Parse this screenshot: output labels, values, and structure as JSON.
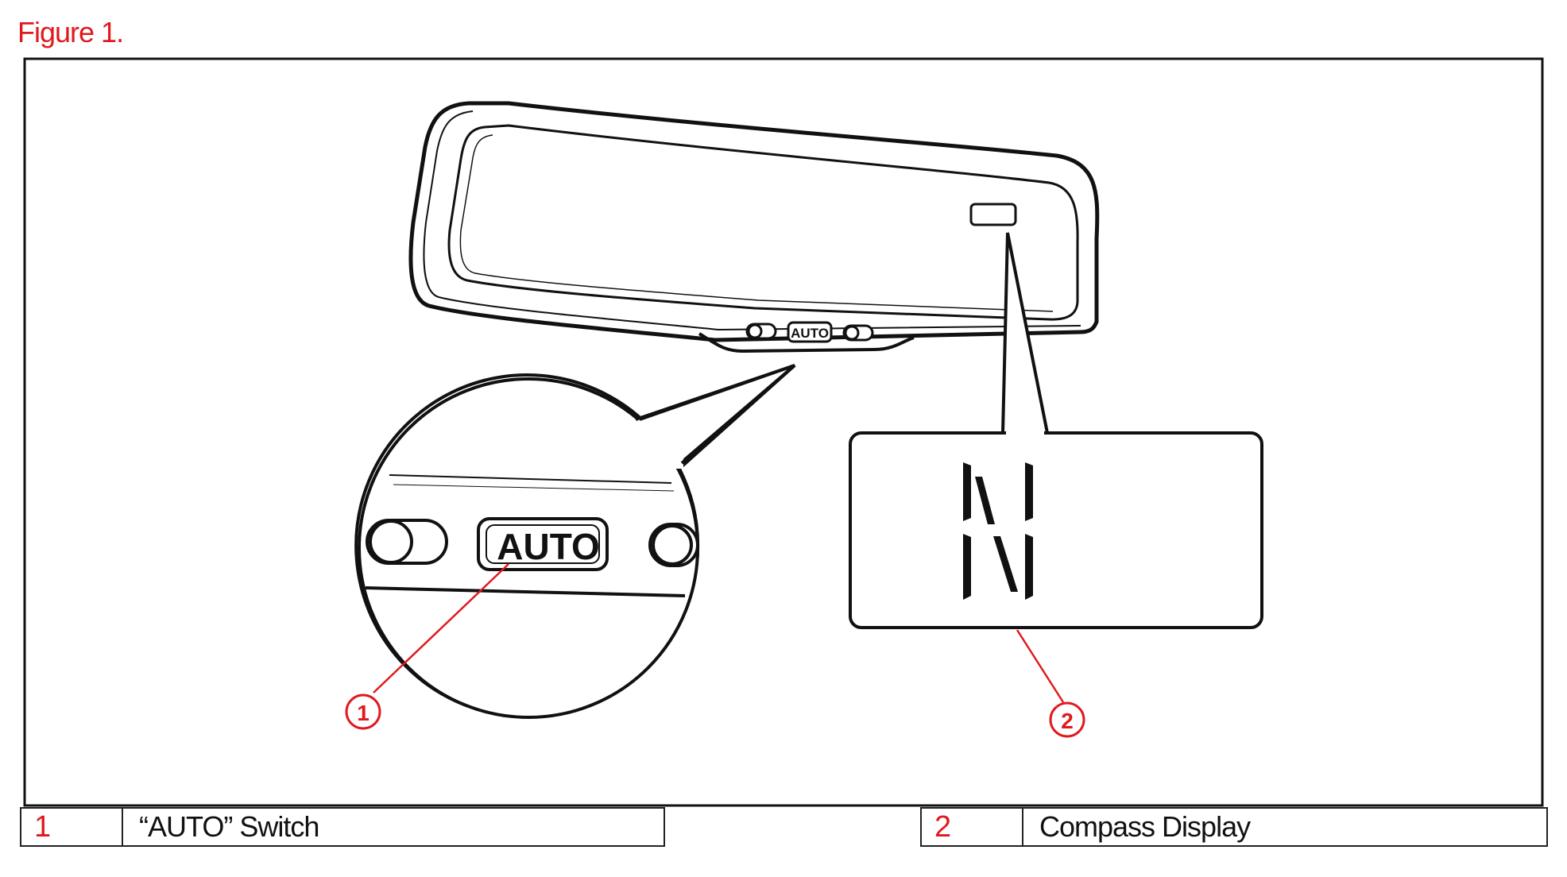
{
  "figure": {
    "title": "Figure 1."
  },
  "diagram": {
    "auto_small_label": "AUTO",
    "auto_large_label": "AUTO",
    "compass_letter": "N",
    "callouts": [
      {
        "number": "1"
      },
      {
        "number": "2"
      }
    ]
  },
  "legend": [
    {
      "number": "1",
      "label": "“AUTO” Switch"
    },
    {
      "number": "2",
      "label": "Compass Display"
    }
  ],
  "colors": {
    "accent": "#e0191f",
    "ink": "#111111"
  }
}
